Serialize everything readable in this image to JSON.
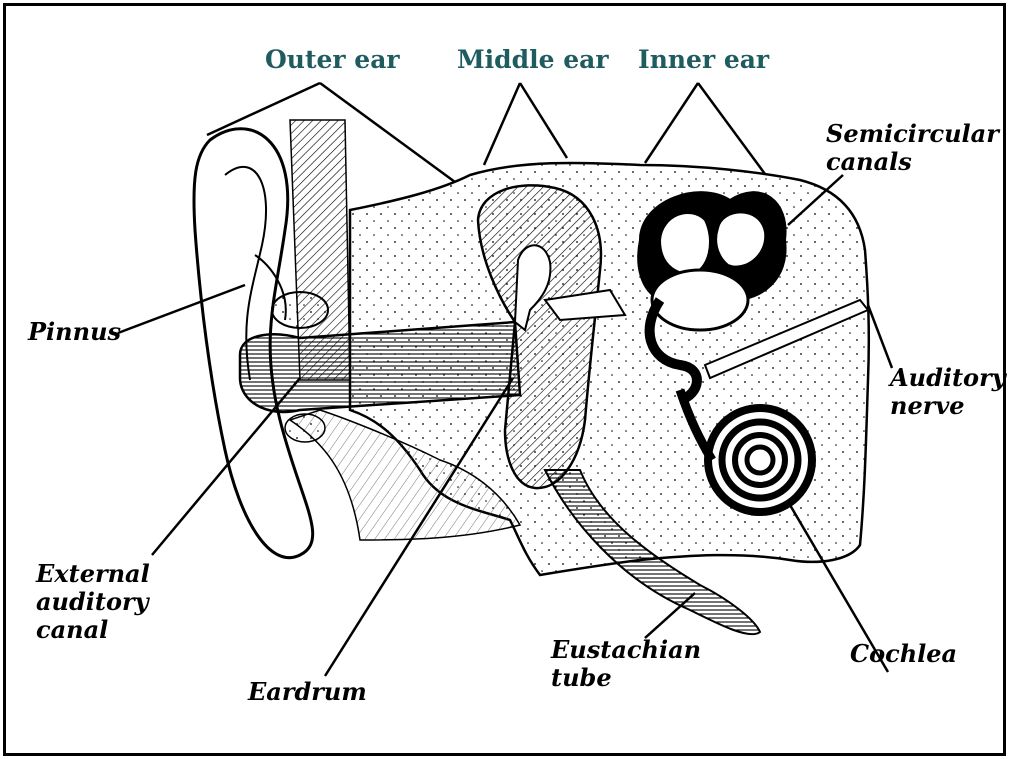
{
  "colors": {
    "region_label": "#1f5c60",
    "ink": "#000000",
    "background": "#ffffff"
  },
  "regions": {
    "outer_ear": "Outer ear",
    "middle_ear": "Middle ear",
    "inner_ear": "Inner ear"
  },
  "parts": {
    "pinnus": "Pinnus",
    "semicircular": [
      "Semicircular",
      "canals"
    ],
    "auditory_nerve": [
      "Auditory",
      "nerve"
    ],
    "external_canal": [
      "External",
      "auditory",
      "canal"
    ],
    "eardrum": "Eardrum",
    "eustachian": [
      "Eustachian",
      "tube"
    ],
    "cochlea": "Cochlea"
  }
}
